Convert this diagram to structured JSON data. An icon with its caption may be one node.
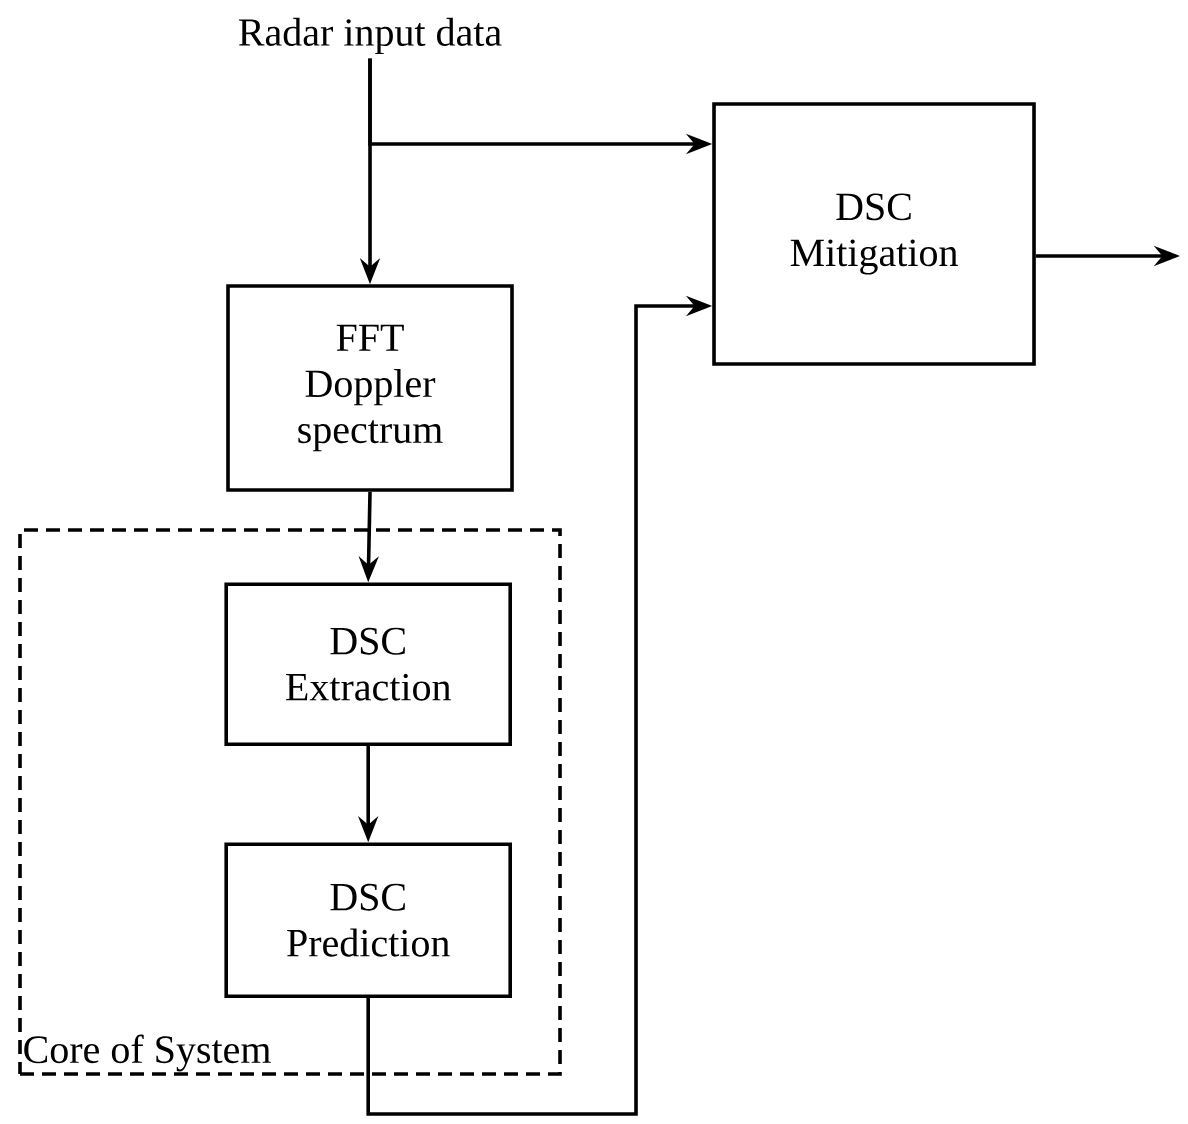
{
  "diagram": {
    "nodes": [
      {
        "text": [
          "Radar input data"
        ]
      },
      {
        "text": [
          "FFT Doppler spectrum"
        ]
      },
      {
        "text": [
          "Core of System"
        ]
      },
      {
        "text": [
          "DSC Extraction"
        ],
        "in": 2
      },
      {
        "text": [
          "DSC Prediction"
        ],
        "in": 2
      },
      {
        "text": [
          "DSC Mitigation"
        ]
      }
    ],
    "edges": [
      {
        "from": 0,
        "to": 1,
        "arrow": "to"
      },
      {
        "from": 0,
        "to": 5,
        "arrow": "to"
      },
      {
        "from": 1,
        "to": 3,
        "arrow": "to"
      },
      {
        "from": 3,
        "to": 4,
        "arrow": "to"
      },
      {
        "from": 4,
        "to": 5,
        "arrow": "to"
      },
      {
        "from": 5,
        "to": null,
        "arrow": "to"
      }
    ]
  }
}
